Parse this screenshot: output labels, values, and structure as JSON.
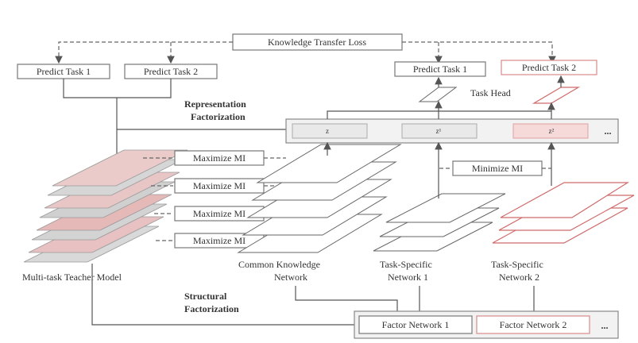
{
  "labels": {
    "knowledge_transfer_loss": "Knowledge Transfer Loss",
    "predict_task_1_left": "Predict Task 1",
    "predict_task_2_left": "Predict Task 2",
    "predict_task_1_right": "Predict Task 1",
    "predict_task_2_right": "Predict Task 2",
    "task_head": "Task Head",
    "representation_line1": "Representation",
    "representation_line2": "Factorization",
    "structural_line1": "Structural",
    "structural_line2": "Factorization",
    "minimize_mi": "Minimize MI",
    "maximize_mi_1": "Maximize MI",
    "maximize_mi_2": "Maximize MI",
    "maximize_mi_3": "Maximize MI",
    "maximize_mi_4": "Maximize MI",
    "teacher_models": "Multi-task Teacher Model",
    "common_line1": "Common Knowledge",
    "common_line2": "Network",
    "specific1_line1": "Task-Specific",
    "specific1_line2": "Network 1",
    "specific2_line1": "Task-Specific",
    "specific2_line2": "Network 2",
    "factor_network_1": "Factor Network 1",
    "factor_network_2": "Factor Network 2",
    "ellipsis": "...",
    "rep_z": "z",
    "rep_z1": "z¹",
    "rep_z2": "z²"
  },
  "colors": {
    "accent_red": "#d06a6a",
    "line_gray": "#555555",
    "teacher_gray": "#cfcfcf",
    "teacher_red": "#e8b6b6"
  },
  "icons": [
    "ellipsis-icon",
    "arrow-icon"
  ]
}
